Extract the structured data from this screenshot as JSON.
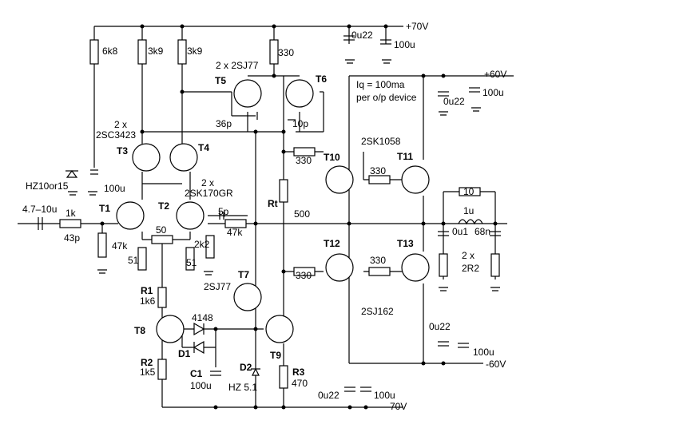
{
  "supply": {
    "pos70": "+70V",
    "neg70": "-70V",
    "pos60": "+60V",
    "neg60": "-60V",
    "cap_0u22": "0u22",
    "cap_100u": "100u"
  },
  "resistors": {
    "r6k8": "6k8",
    "r3k9": "3k9",
    "r330": "330",
    "r1k": "1k",
    "r47k": "47k",
    "r50": "50",
    "r51": "51",
    "r2k2": "2k2",
    "r1k6": "1k6",
    "r1k5": "1k5",
    "r470": "470",
    "r500": "500",
    "r10": "10",
    "r2r2": "2R2",
    "x2": "2 x"
  },
  "caps": {
    "c4710": "4.7–10u",
    "c43p": "43p",
    "c36p": "36p",
    "c10p": "10p",
    "c5p": "5p",
    "c0u1": "0u1",
    "c68n": "68n",
    "c1u": "1u",
    "c100u": "100u"
  },
  "devices": {
    "t1": "T1",
    "t2": "T2",
    "t3": "T3",
    "t4": "T4",
    "t5": "T5",
    "t6": "T6",
    "t7": "T7",
    "t8": "T8",
    "t9": "T9",
    "t10": "T10",
    "t11": "T11",
    "t12": "T12",
    "t13": "T13",
    "r1": "R1",
    "r2": "R2",
    "r3": "R3",
    "c1": "C1",
    "d1": "D1",
    "d2": "D2",
    "rt": "Rt",
    "pair_sj77": "2 x 2SJ77",
    "sc3423_a": "2 x",
    "sc3423_b": "2SC3423",
    "sk170_a": "2 x",
    "sk170_b": "2SK170GR",
    "sj77": "2SJ77",
    "sk1058": "2SK1058",
    "sj162": "2SJ162",
    "diode4148": "4148",
    "hz10": "HZ10or15",
    "hz51": "HZ 5.1"
  },
  "notes": {
    "iq_line1": "Iq = 100ma",
    "iq_line2": "per o/p device"
  }
}
